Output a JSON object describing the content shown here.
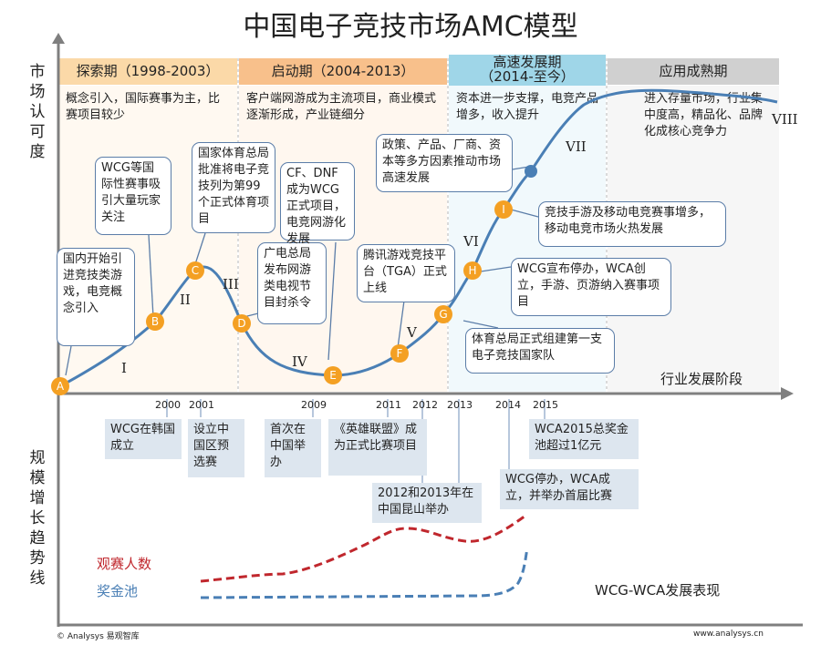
{
  "title": "中国电子竞技市场AMC模型",
  "y_axis_top": [
    "市",
    "场",
    "认",
    "可",
    "度"
  ],
  "y_axis_bottom": [
    "规",
    "模",
    "增",
    "长",
    "趋",
    "势",
    "线"
  ],
  "phases": [
    {
      "name": "探索期（1998-2003）",
      "desc": "概念引入，国际赛事为主，比赛项目较少",
      "color": "#fbd9a8"
    },
    {
      "name": "启动期（2004-2013）",
      "desc": "客户端网游成为主流项目，商业模式逐渐形成，产业链细分",
      "color": "#f8c08b"
    },
    {
      "name_line1": "高速发展期",
      "name_line2": "（2014-至今）",
      "desc": "资本进一步支撑，电竞产品增多，收入提升",
      "color": "#9fd6e8"
    },
    {
      "name": "应用成熟期",
      "desc": "进入存量市场，行业集中度高，精品化、品牌化成核心竞争力",
      "color": "#d0d0d0"
    }
  ],
  "points": [
    "A",
    "B",
    "C",
    "D",
    "E",
    "F",
    "G",
    "H",
    "I"
  ],
  "romans": [
    "I",
    "II",
    "III",
    "IV",
    "V",
    "VI",
    "VII",
    "VIII"
  ],
  "callouts": {
    "a": "国内开始引进竞技类游戏，电竞概念引入",
    "b": "WCG等国际性赛事吸引大量玩家关注",
    "c": "国家体育总局批准将电子竞技列为第99个正式体育项目",
    "d": "广电总局发布网游类电视节目封杀令",
    "e": "CF、DNF成为WCG正式项目，电竞网游化发展",
    "f": "腾讯游戏竞技平台（TGA）正式上线",
    "g": "政策、产品、厂商、资本等多方因素推动市场高速发展",
    "h": "WCG宣布停办，WCA创立，手游、页游纳入赛事项目",
    "i": "竞技手游及移动电竞赛事增多，移动电竞市场火热发展",
    "j": "体育总局正式组建第一支电子竞技国家队"
  },
  "stage_axis_label": "行业发展阶段",
  "years": [
    "2000",
    "2001",
    "2009",
    "2011",
    "2012",
    "2013",
    "2014",
    "2015"
  ],
  "year_events": {
    "e2000": "WCG在韩国成立",
    "e2001": "设立中国区预选赛",
    "e2009": "首次在中国举办",
    "e2011": "《英雄联盟》成为正式比赛项目",
    "e2012": "2012和2013年在中国昆山举办",
    "e2014": "WCG停办，WCA成立，并举办首届比赛",
    "e2015": "WCA2015总奖金池超过1亿元"
  },
  "legend": {
    "viewers": "观赛人数",
    "prize": "奖金池"
  },
  "bottom_label": "WCG-WCA发展表现",
  "colors": {
    "curve": "#4a7fb5",
    "point": "#f4a023",
    "viewers": "#c0272d",
    "prize": "#4a7fb5",
    "axis": "#7f7f7f"
  },
  "footer_left": "© Analysys 易观智库",
  "footer_right": "www.analysys.cn"
}
